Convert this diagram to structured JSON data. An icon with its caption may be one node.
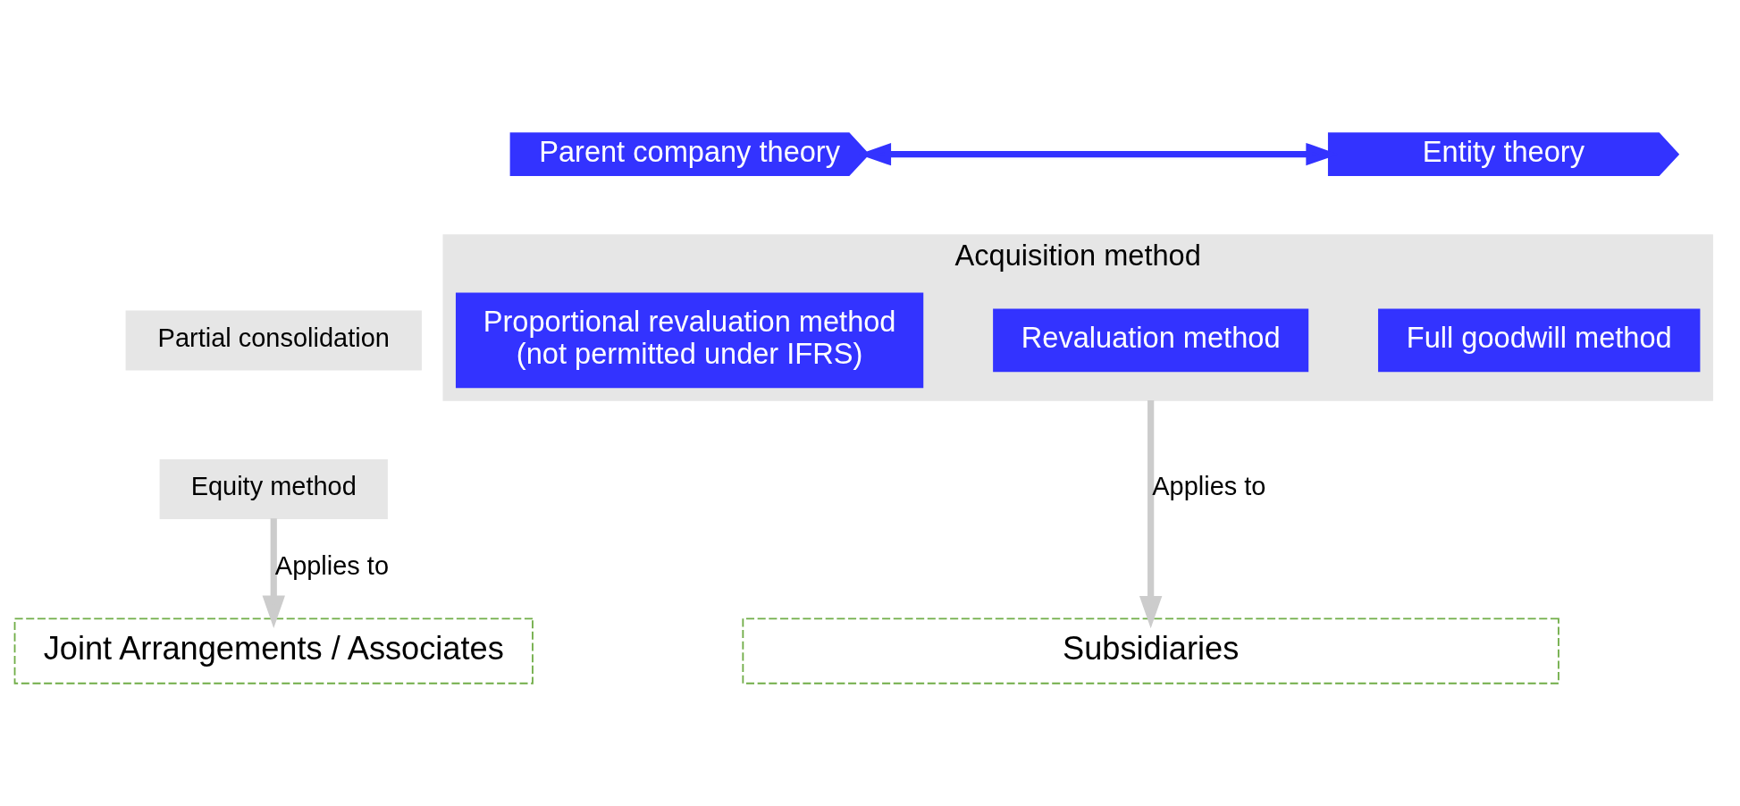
{
  "diagram": {
    "nodes": [
      {
        "text": [
          "Parent company theory"
        ]
      },
      {
        "text": [
          "Entity theory"
        ]
      },
      {
        "text": [
          "Partial consolidation"
        ]
      },
      {
        "text": [
          "Equity method"
        ]
      },
      {
        "text": [
          "Acquisition method"
        ]
      },
      {
        "text": [
          "Proportional revaluation method",
          "(not permitted under IFRS)"
        ],
        "in": 4
      },
      {
        "text": [
          "Revaluation method"
        ],
        "in": 4
      },
      {
        "text": [
          "Full goodwill method"
        ],
        "in": 4
      },
      {
        "text": [
          "Joint Arrangements / Associates"
        ]
      },
      {
        "text": [
          "Subsidiaries"
        ]
      }
    ],
    "edges": [
      {
        "from": 0,
        "to": 1,
        "arrow": "both",
        "color": "#3333ff"
      },
      {
        "from": 3,
        "to": 8,
        "arrow": "to",
        "label": "Applies to"
      },
      {
        "from": 4,
        "to": 9,
        "arrow": "to",
        "label": "Applies to"
      }
    ]
  }
}
